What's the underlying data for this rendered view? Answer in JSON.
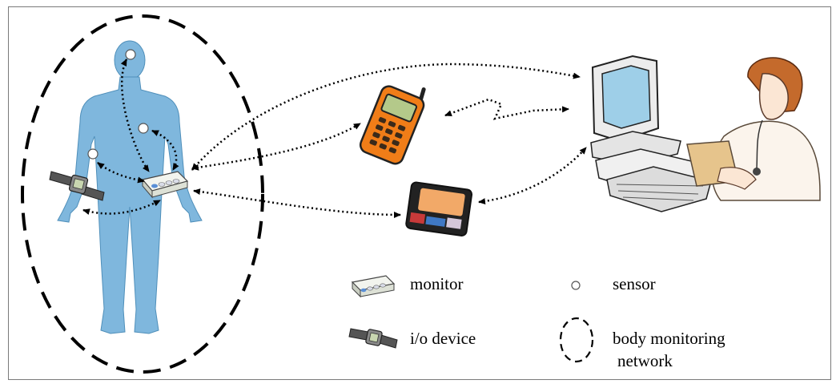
{
  "legend": {
    "monitor_label": "monitor",
    "sensor_label": "sensor",
    "io_device_label": "i/o device",
    "network_label_line1": "body monitoring",
    "network_label_line2": "network"
  },
  "colors": {
    "body_fill": "#7fb7dd",
    "arrow": "#000000",
    "phone_orange": "#f07d18",
    "screen_blue": "#9ecfe8",
    "nurse_hair": "#c46a2c"
  },
  "icons": [
    "human-body-icon",
    "sensor-icon",
    "monitor-device-icon",
    "wrist-io-device-icon",
    "mobile-phone-icon",
    "memory-card-icon",
    "computer-icon",
    "nurse-icon"
  ]
}
